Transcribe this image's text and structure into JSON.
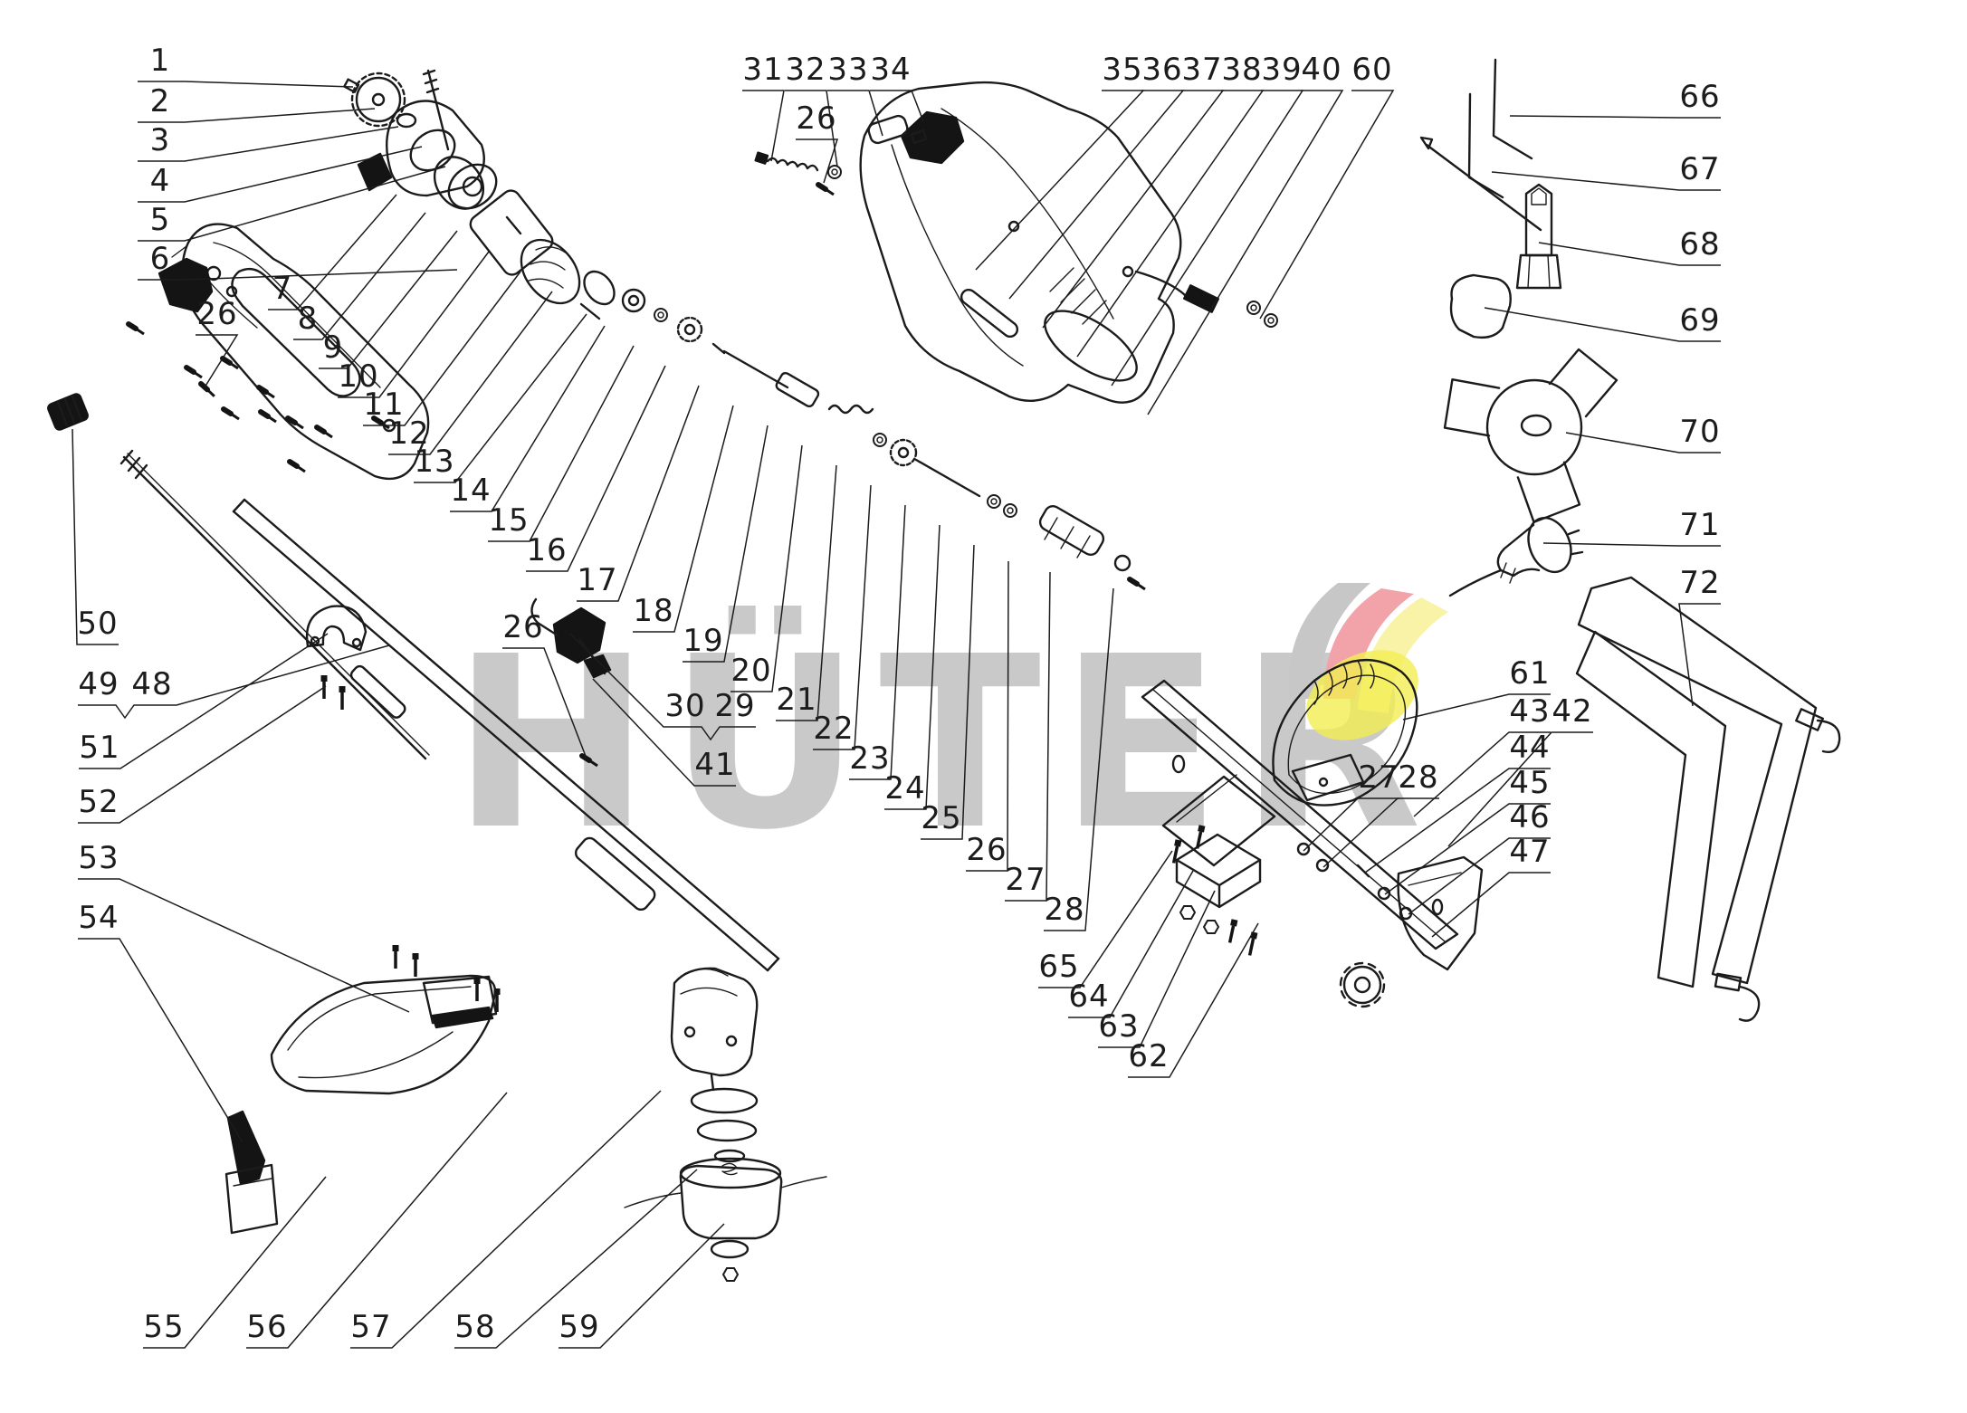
{
  "diagram": {
    "watermark_text": "HÜTER",
    "brand_colors": {
      "logo_gray": "#c7c7c7",
      "logo_red": "#f2a3aa",
      "logo_yellow": "#f8f3a6",
      "handle_yellow": "#f3ed52",
      "watermark_gray": "#c9c9c9"
    },
    "labels": {
      "n1": "1",
      "n2": "2",
      "n3": "3",
      "n4": "4",
      "n5": "5",
      "n6": "6",
      "n7": "7",
      "n8": "8",
      "n9": "9",
      "n10": "10",
      "n11": "11",
      "n12": "12",
      "n13": "13",
      "n14": "14",
      "n15": "15",
      "n16": "16",
      "n17": "17",
      "n18": "18",
      "n19": "19",
      "n20": "20",
      "n21": "21",
      "n22": "22",
      "n23": "23",
      "n24": "24",
      "n25": "25",
      "n26": "26",
      "n26b": "26",
      "n26c": "26",
      "n26d": "26",
      "n27": "27",
      "n27b": "27",
      "n28": "28",
      "n28b": "28",
      "n29": "29",
      "n30": "30",
      "n31": "31",
      "n32": "32",
      "n33": "33",
      "n34": "34",
      "n35": "35",
      "n36": "36",
      "n37": "37",
      "n38": "38",
      "n39": "39",
      "n40": "40",
      "n41": "41",
      "n42": "42",
      "n43": "43",
      "n44": "44",
      "n45": "45",
      "n46": "46",
      "n47": "47",
      "n48": "48",
      "n49": "49",
      "n50": "50",
      "n51": "51",
      "n52": "52",
      "n53": "53",
      "n54": "54",
      "n55": "55",
      "n56": "56",
      "n57": "57",
      "n58": "58",
      "n59": "59",
      "n60": "60",
      "n61": "61",
      "n62": "62",
      "n63": "63",
      "n64": "64",
      "n65": "65",
      "n66": "66",
      "n67": "67",
      "n68": "68",
      "n69": "69",
      "n70": "70",
      "n71": "71",
      "n72": "72"
    }
  }
}
